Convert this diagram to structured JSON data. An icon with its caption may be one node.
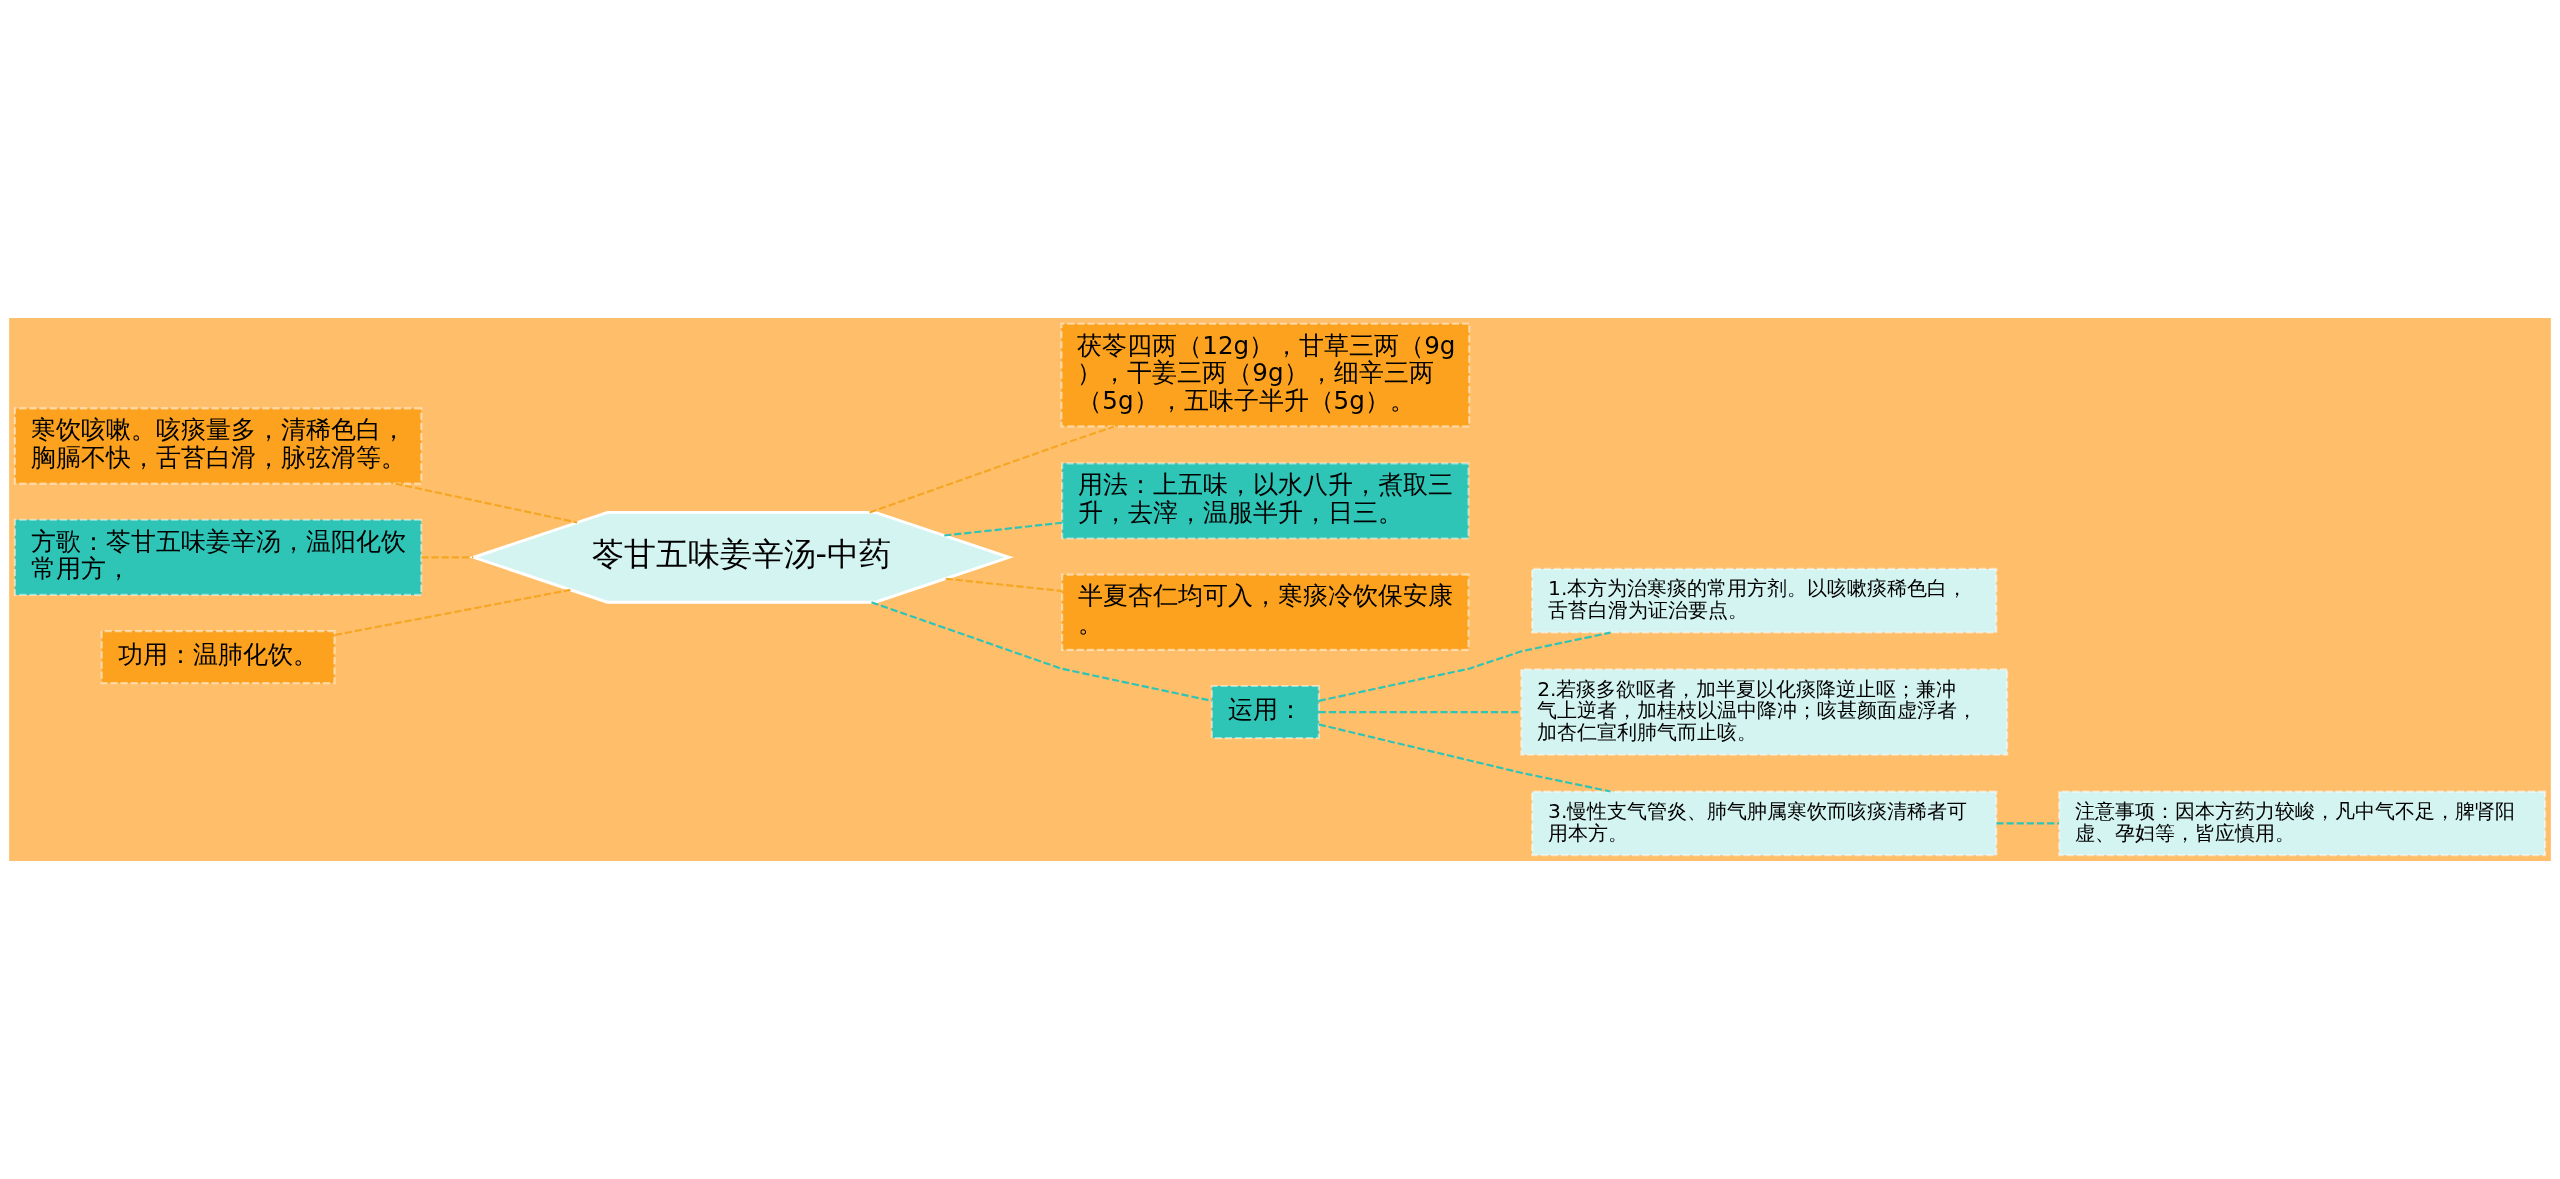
{
  "diagram": {
    "nodes": [
      {
        "text": [
          "苓甘五味姜辛汤-中药"
        ]
      },
      {
        "text": [
          "寒饮咳嗽。咳痰量多，清稀色白，胸膈不快，舌苔白滑，脉弦滑等。"
        ]
      },
      {
        "text": [
          "方歌：苓甘五味姜辛汤，温阳化饮常用方，"
        ]
      },
      {
        "text": [
          "功用：温肺化饮。"
        ]
      },
      {
        "text": [
          "茯苓四两（12g），甘草三两（9g），干姜三两（9g），细辛三两（5g），五味子半升（5g）。"
        ]
      },
      {
        "text": [
          "用法：上五味，以水八升，煮取三升，去滓，温服半升，日三。"
        ]
      },
      {
        "text": [
          "半夏杏仁均可入，寒痰冷饮保安康。"
        ]
      },
      {
        "text": [
          "运用："
        ]
      },
      {
        "text": [
          "1.本方为治寒痰的常用方剂。以咳嗽痰稀色白，舌苔白滑为证治要点。"
        ]
      },
      {
        "text": [
          "2.若痰多欲呕者，加半夏以化痰降逆止呕；兼冲气上逆者，加桂枝以温中降冲；咳甚颜面虚浮者，加杏仁宣利肺气而止咳。"
        ]
      },
      {
        "text": [
          "3.慢性支气管炎、肺气肿属寒饮而咳痰清稀者可用本方。"
        ]
      },
      {
        "text": [
          "注意事项：因本方药力较峻，凡中气不足，脾肾阳虚、孕妇等，皆应慎用。"
        ]
      }
    ],
    "edges": [
      {
        "from": 0,
        "to": 1,
        "arrow": "none",
        "style": "dashed",
        "color": "#f5a623"
      },
      {
        "from": 0,
        "to": 2,
        "arrow": "none",
        "style": "dashed",
        "color": "#f5a623"
      },
      {
        "from": 0,
        "to": 3,
        "arrow": "none",
        "style": "dashed",
        "color": "#f5a623"
      },
      {
        "from": 0,
        "to": 4,
        "arrow": "none",
        "style": "dashed",
        "color": "#f5a623"
      },
      {
        "from": 0,
        "to": 5,
        "arrow": "none",
        "style": "dashed"
      },
      {
        "from": 0,
        "to": 6,
        "arrow": "none",
        "style": "dashed",
        "color": "#f5a623"
      },
      {
        "from": 0,
        "to": 7,
        "arrow": "none",
        "style": "dashed"
      },
      {
        "from": 7,
        "to": 8,
        "arrow": "none",
        "style": "dashed"
      },
      {
        "from": 7,
        "to": 9,
        "arrow": "none",
        "style": "dashed"
      },
      {
        "from": 7,
        "to": 10,
        "arrow": "none",
        "style": "dashed"
      },
      {
        "from": 10,
        "to": 11,
        "arrow": "none",
        "style": "dashed"
      }
    ]
  }
}
